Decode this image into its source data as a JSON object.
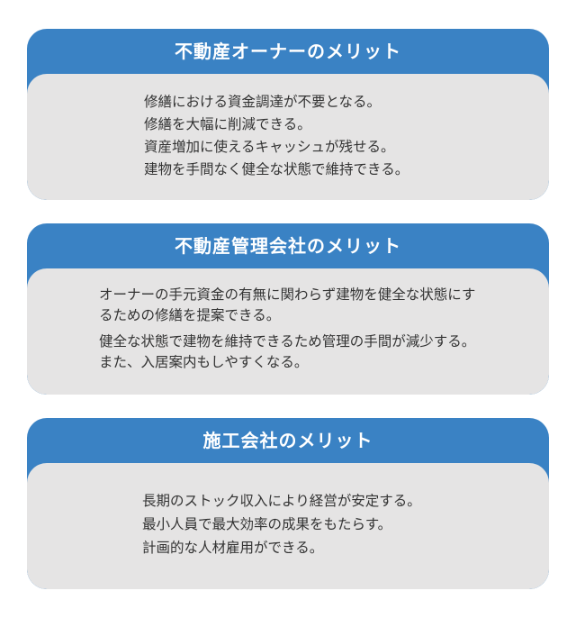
{
  "sections": [
    {
      "title": "不動産オーナーのメリット",
      "lines": [
        "修繕における資金調達が不要となる。",
        "修繕を大幅に削減できる。",
        "資産増加に使えるキャッシュが残せる。",
        "建物を手間なく健全な状態で維持できる。"
      ]
    },
    {
      "title": "不動産管理会社のメリット",
      "lines": [
        "オーナーの手元資金の有無に関わらず建物を健全な状態にするための修繕を提案できる。",
        "健全な状態で建物を維持できるため管理の手間が減少する。また、入居案内もしやすくなる。"
      ]
    },
    {
      "title": "施工会社のメリット",
      "lines": [
        "長期のストック収入により経営が安定する。",
        "最小人員で最大効率の成果をもたらす。",
        "計画的な人材雇用ができる。"
      ]
    }
  ],
  "colors": {
    "header": "#3a82c4",
    "body": "#e5e4e4",
    "text": "#333333"
  }
}
